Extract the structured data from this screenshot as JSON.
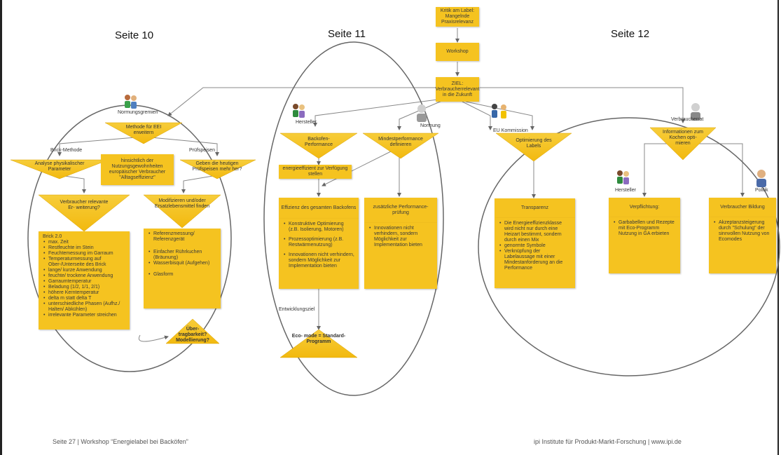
{
  "seiten": {
    "s10": "Seite 10",
    "s11": "Seite 11",
    "s12": "Seite 12"
  },
  "top": {
    "kritik": "Kritik am Label: Mangelnde Praxisrelevanz",
    "workshop": "Workshop",
    "ziel": "ZIEL: Verbraucherrelevant in die Zukunft"
  },
  "col10": {
    "actor": "Normungsgremien",
    "methode": "Methode für EEI erweitern",
    "brick_label": "Brick-Methode",
    "pruef_label": "Prüfspeisen",
    "analyse": "Analyse physikalischer Parameter",
    "hinsichtlich": "hinsichtlich der Nutzungsgewohnheiten europäischer Verbraucher \"Alltagseffizienz\"",
    "geben": "Geben die heutigen Prüfspeisen mehr her?",
    "verbraucher": "Verbraucher relevante Er- weiterung?",
    "modifizieren": "Modifizieren und/oder Ersatzlebensmittel finden",
    "brick_items": [
      "Brick 2.0",
      "max. Zeit",
      "Restfeuchte im Stein",
      "Feuchtemessung im Garraum",
      "Temperaturmessung auf Ober-/Unterseite des Brick",
      "lange/ kurze Anwendung",
      "feuchte/ trockene Anwendung",
      "Garraumtemperatur",
      "Beladung (1/2, 1/1, 2/1)",
      "höhere Kerntemperatur",
      "delta m statt delta T",
      "unterschiedliche Phasen (Aufhz./ Halten/ Abkühlen)",
      "irrelevante Parameter streichen"
    ],
    "pruef_items": [
      "Referenzmessung/ Referenzgerät",
      "Einfacher Rührkuchen (Bräunung)",
      "Wasserbisquit (Aufgehen)",
      "Glasform"
    ],
    "uebertrag": "Über- tragbarkeit? Modellierung?"
  },
  "col11": {
    "hersteller": "Hersteller",
    "normung": "Normung",
    "backofen": "Backofen- Performance",
    "mindest": "Mindestperformance definieren",
    "energie": "energieeffizient zur Verfügung stellen",
    "effizienz": "Effizienz des gesamten Backofens",
    "zusaetzlich": "zusätzliche Performance- prüfung",
    "eff_items": [
      "Konstruktive Optimierung (z.B. Isolierung, Motoren)",
      "Prozessoptimierung (z.B. Restwärmenutzung)",
      "Innovationen nicht verhindern, sondern Möglichkeit zur Implementation bieten"
    ],
    "zus_items": [
      "Innovationen nicht verhindern, sondern Möglichkeit zur Implementation bieten"
    ],
    "ziel_label": "Entwicklungsziel",
    "eco": "Eco- mode = Standard-Programm"
  },
  "col12": {
    "eu": "EU Kommission",
    "optimierung": "Optimierung des Labels",
    "transparenz": "Transparenz",
    "trans_items": [
      "Die Energieeffizienzklasse wird nicht nur durch eine Heizart bestimmt, sondern durch einen Mix",
      "genormte Symbole",
      "Verknüpfung der Labelaussage mit einer Mindestanforderung an die Performance"
    ],
    "verbraucherrat": "Verbraucherrat",
    "informationen": "Informationen zum Kochen opti- mieren",
    "hersteller": "Hersteller",
    "politik": "Politik",
    "verpflichtung": "Verpflichtung:",
    "verbraucher_bildung": "Verbraucher Bildung",
    "verpf_items": [
      "Garbabellen und Rezepte mit Eco-Programm Nutzung in GA erbieten"
    ],
    "bildung_items": [
      "Akzeptanzsteigerung durch \"Schulung\" der sinnvollen Nutzung von Ecomodes"
    ]
  },
  "footer": {
    "left": "Seite 27 | Workshop “Energielabel bei Backöfen”",
    "right": "ipi Institute für Produkt-Markt-Forschung | www.ipi.de"
  },
  "colors": {
    "box": "#f5c320",
    "line": "#888888"
  }
}
